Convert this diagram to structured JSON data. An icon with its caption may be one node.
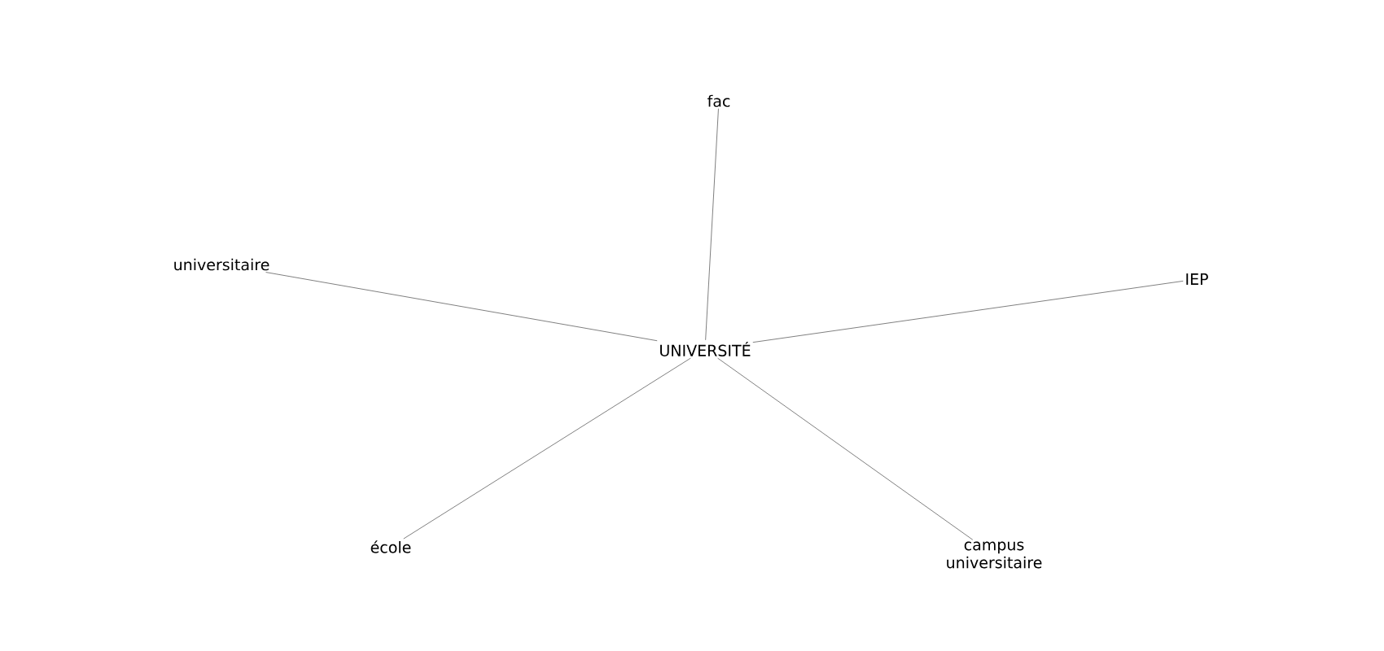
{
  "diagram": {
    "nodes": [
      {
        "text": [
          "UNIVERSITÉ"
        ]
      },
      {
        "text": [
          "fac"
        ]
      },
      {
        "text": [
          "universitaire"
        ]
      },
      {
        "text": [
          "IEP"
        ]
      },
      {
        "text": [
          "école"
        ]
      },
      {
        "text": [
          "campus universitaire"
        ]
      }
    ],
    "edges": [
      {
        "from": 0,
        "to": 1,
        "arrow": "none"
      },
      {
        "from": 0,
        "to": 2,
        "arrow": "none"
      },
      {
        "from": 0,
        "to": 3,
        "arrow": "none"
      },
      {
        "from": 0,
        "to": 4,
        "arrow": "none"
      },
      {
        "from": 0,
        "to": 5,
        "arrow": "none"
      }
    ]
  }
}
